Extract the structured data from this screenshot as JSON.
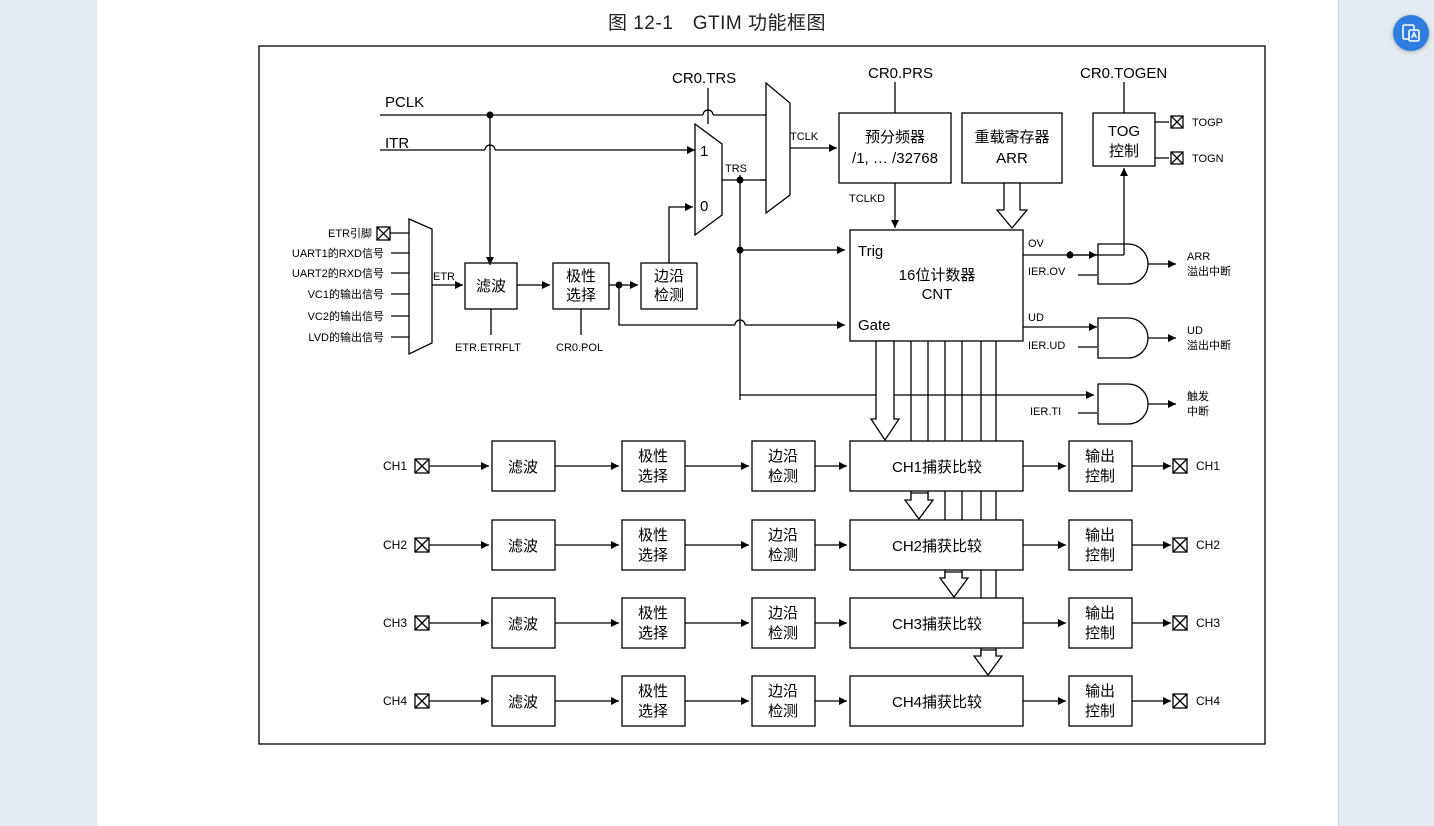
{
  "caption": "图 12-1　GTIM 功能框图",
  "signals": {
    "pclk": "PCLK",
    "itr": "ITR",
    "cr0_trs": "CR0.TRS",
    "cr0_prs": "CR0.PRS",
    "cr0_togen": "CR0.TOGEN",
    "tclk": "TCLK",
    "trs": "TRS",
    "tclkd": "TCLKD",
    "etr": "ETR",
    "mux_in1": "1",
    "mux_in0": "0",
    "ov": "OV",
    "ud": "UD",
    "ier_ov": "IER.OV",
    "ier_ud": "IER.UD",
    "ier_ti": "IER.TI",
    "etr_etrflt": "ETR.ETRFLT",
    "cr0_pol": "CR0.POL",
    "togp": "TOGP",
    "togn": "TOGN"
  },
  "etr_inputs": [
    "ETR引脚",
    "UART1的RXD信号",
    "UART2的RXD信号",
    "VC1的输出信号",
    "VC2的输出信号",
    "LVD的输出信号"
  ],
  "blocks": {
    "prescaler_l1": "预分频器",
    "prescaler_l2": "/1, … /32768",
    "reload_l1": "重载寄存器",
    "reload_l2": "ARR",
    "tog_l1": "TOG",
    "tog_l2": "控制",
    "filter": "滤波",
    "polarity_l1": "极性",
    "polarity_l2": "选择",
    "edge_l1": "边沿",
    "edge_l2": "检测",
    "counter_trig": "Trig",
    "counter_gate": "Gate",
    "counter_l1": "16位计数器",
    "counter_l2": "CNT"
  },
  "outputs": {
    "arr_l1": "ARR",
    "arr_l2": "溢出中断",
    "ud_l1": "UD",
    "ud_l2": "溢出中断",
    "trig_l1": "触发",
    "trig_l2": "中断"
  },
  "channels": [
    {
      "pin": "CH1",
      "filter": "滤波",
      "pol_l1": "极性",
      "pol_l2": "选择",
      "edge_l1": "边沿",
      "edge_l2": "检测",
      "capture": "CH1捕获比较",
      "out_l1": "输出",
      "out_l2": "控制",
      "out_pin": "CH1"
    },
    {
      "pin": "CH2",
      "filter": "滤波",
      "pol_l1": "极性",
      "pol_l2": "选择",
      "edge_l1": "边沿",
      "edge_l2": "检测",
      "capture": "CH2捕获比较",
      "out_l1": "输出",
      "out_l2": "控制",
      "out_pin": "CH2"
    },
    {
      "pin": "CH3",
      "filter": "滤波",
      "pol_l1": "极性",
      "pol_l2": "选择",
      "edge_l1": "边沿",
      "edge_l2": "检测",
      "capture": "CH3捕获比较",
      "out_l1": "输出",
      "out_l2": "控制",
      "out_pin": "CH3"
    },
    {
      "pin": "CH4",
      "filter": "滤波",
      "pol_l1": "极性",
      "pol_l2": "选择",
      "edge_l1": "边沿",
      "edge_l2": "检测",
      "capture": "CH4捕获比较",
      "out_l1": "输出",
      "out_l2": "控制",
      "out_pin": "CH4"
    }
  ],
  "colors": {
    "line": "#000000",
    "button": "#2f7de1"
  },
  "icons": {
    "toolbar": "translate-doc-icon"
  }
}
